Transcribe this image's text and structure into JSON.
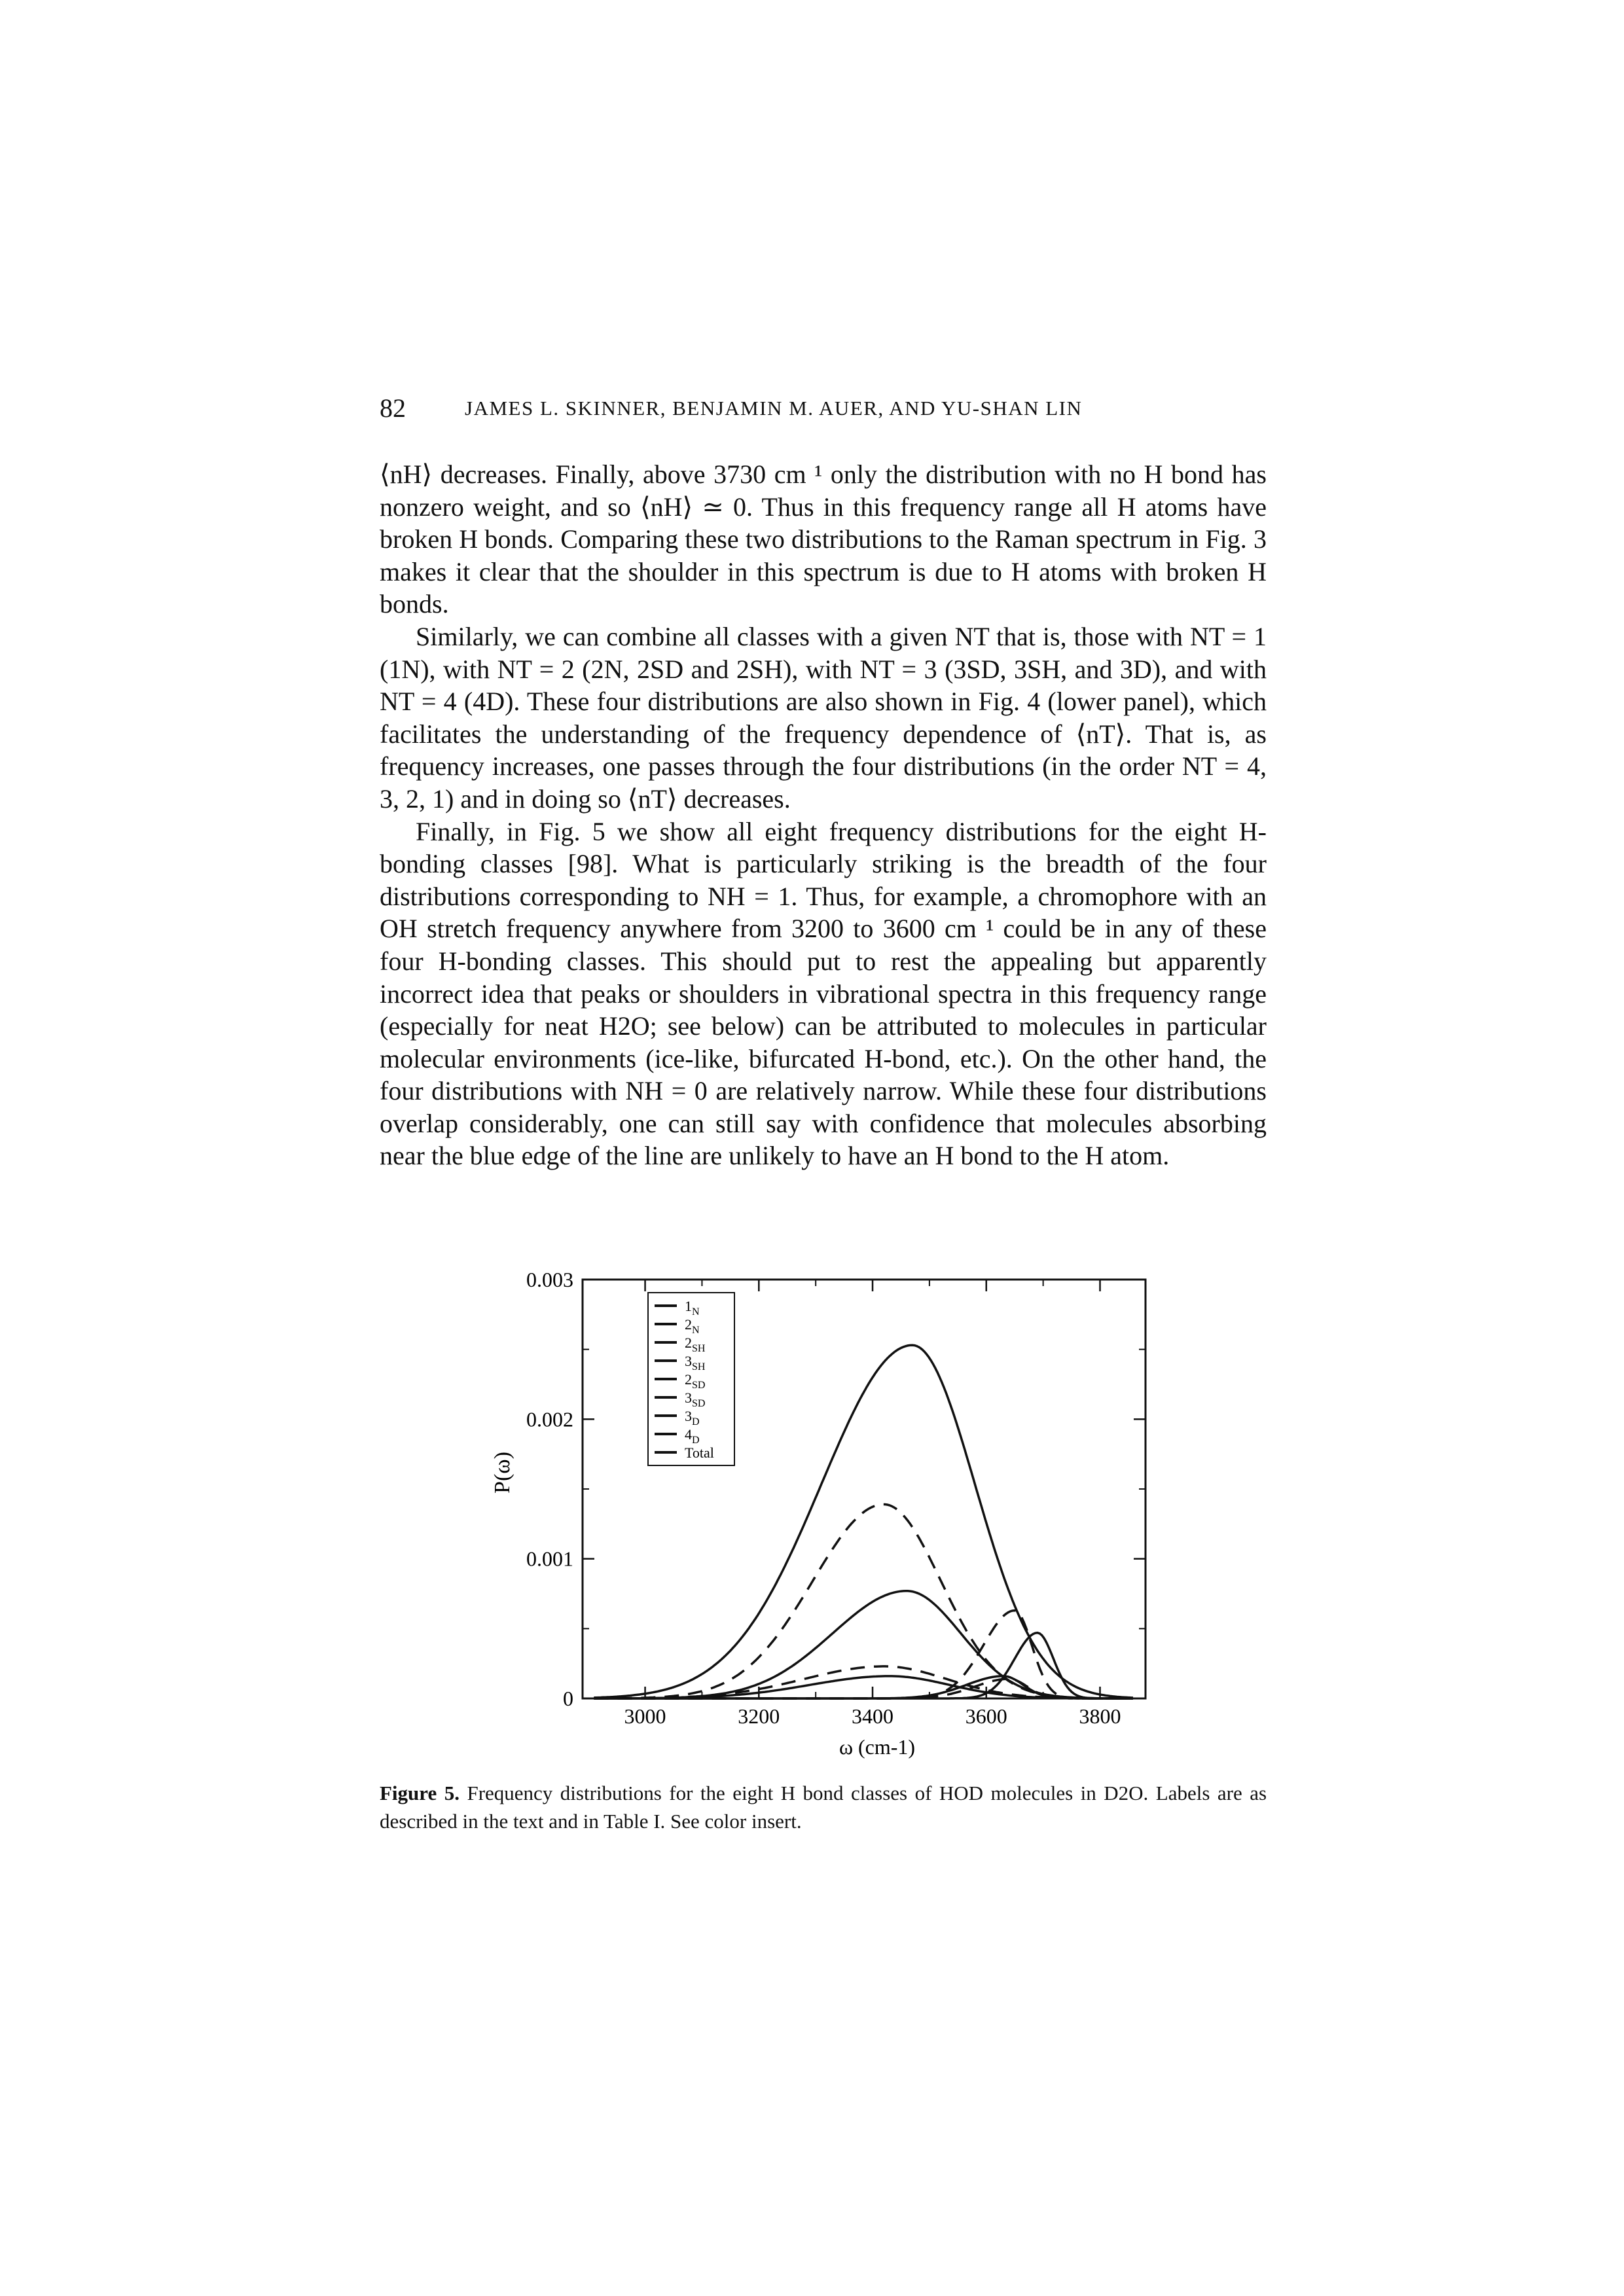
{
  "header": {
    "page_number": "82",
    "running_head": "JAMES L. SKINNER, BENJAMIN M. AUER, AND YU-SHAN LIN"
  },
  "paragraphs": [
    "⟨nH⟩ decreases. Finally, above 3730 cm ¹ only the distribution with no H bond has nonzero weight, and so ⟨nH⟩ ≃ 0. Thus in this frequency range all H atoms have broken H bonds. Comparing these two distributions to the Raman spectrum in Fig. 3 makes it clear that the shoulder in this spectrum is due to H atoms with broken H bonds.",
    "Similarly, we can combine all classes with a given NT  that is, those with NT = 1 (1N), with NT = 2 (2N, 2SD and 2SH), with NT = 3 (3SD, 3SH, and 3D), and with NT = 4 (4D). These four distributions are also shown in Fig. 4 (lower panel), which facilitates the understanding of the frequency dependence of ⟨nT⟩. That is, as frequency increases, one passes through the four distributions (in the order NT = 4, 3, 2, 1) and in doing so ⟨nT⟩ decreases.",
    "Finally, in Fig. 5 we show all eight frequency distributions for the eight H-bonding classes [98]. What is particularly striking is the breadth of the four distributions corresponding to NH = 1. Thus, for example, a chromophore with an OH stretch frequency anywhere from 3200 to 3600 cm ¹ could be in any of these four H-bonding classes. This should put to rest the appealing but apparently incorrect idea that peaks or shoulders in vibrational spectra in this frequency range (especially for neat H2O; see below) can be attributed to molecules in particular molecular environments (ice-like, bifurcated H-bond, etc.). On the other hand, the four distributions with NH = 0 are relatively narrow. While these four distributions overlap considerably, one can still say with confidence that molecules absorbing near the blue edge of the line are unlikely to have an H bond to the H atom."
  ],
  "caption": {
    "label": "Figure 5.",
    "text": "Frequency distributions for the eight H bond classes of HOD molecules in D2O. Labels are as described in the text and in Table I. See color insert."
  },
  "chart_data": {
    "type": "line",
    "title": "",
    "xlabel": "ω (cm-1)",
    "ylabel": "P(ω)",
    "xlim": [
      2890,
      3880
    ],
    "ylim": [
      0,
      0.003
    ],
    "x_ticks": [
      3000,
      3200,
      3400,
      3600,
      3800
    ],
    "x_tick_labels": [
      "3000",
      "3200",
      "3400",
      "3600",
      "3800"
    ],
    "y_ticks": [
      0,
      0.001,
      0.002,
      0.003
    ],
    "y_tick_labels": [
      "0",
      "0.001",
      "0.002",
      "0.003"
    ],
    "legend_position": "top-left",
    "grid": false,
    "series": [
      {
        "name": "1N",
        "dash": "solid",
        "color": "#111111",
        "peak_x": 3690,
        "peak_y": 0.00047,
        "width_left": 40,
        "width_right": 28
      },
      {
        "name": "2N",
        "dash": "dashed",
        "color": "#111111",
        "peak_x": 3650,
        "peak_y": 0.00063,
        "width_left": 55,
        "width_right": 30
      },
      {
        "name": "2SH",
        "dash": "dashed",
        "color": "#111111",
        "peak_x": 3640,
        "peak_y": 0.00014,
        "width_left": 60,
        "width_right": 32
      },
      {
        "name": "3SH",
        "dash": "solid",
        "color": "#111111",
        "peak_x": 3630,
        "peak_y": 0.00016,
        "width_left": 65,
        "width_right": 35
      },
      {
        "name": "2SD",
        "dash": "dashed",
        "color": "#111111",
        "peak_x": 3420,
        "peak_y": 0.00023,
        "width_left": 140,
        "width_right": 110
      },
      {
        "name": "3SD",
        "dash": "solid",
        "color": "#111111",
        "peak_x": 3430,
        "peak_y": 0.00016,
        "width_left": 140,
        "width_right": 105
      },
      {
        "name": "3D",
        "dash": "dashed",
        "color": "#111111",
        "peak_x": 3420,
        "peak_y": 0.00139,
        "width_left": 125,
        "width_right": 100
      },
      {
        "name": "4D",
        "dash": "solid",
        "color": "#111111",
        "peak_x": 3460,
        "peak_y": 0.00077,
        "width_left": 130,
        "width_right": 95
      },
      {
        "name": "Total",
        "dash": "solid",
        "color": "#111111",
        "peak_x": 3470,
        "peak_y": 0.00253,
        "width_left": 160,
        "width_right": 110
      }
    ]
  }
}
